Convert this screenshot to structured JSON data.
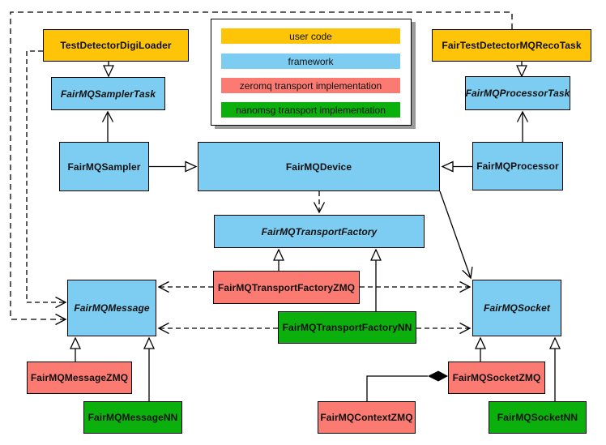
{
  "colors": {
    "user_code": "#FDC408",
    "framework": "#7CCDF1",
    "zeromq": "#FB7B72",
    "nanomsg": "#0CB00C",
    "border": "#000000",
    "background": "#FFFFFF",
    "legend_shadow": "#9A9A9A"
  },
  "legend": {
    "items": [
      {
        "label": "user code",
        "color": "#FDC408"
      },
      {
        "label": "framework",
        "color": "#7CCDF1"
      },
      {
        "label": "zeromq transport implementation",
        "color": "#FB7B72"
      },
      {
        "label": "nanomsg transport implementation",
        "color": "#0CB00C"
      }
    ]
  },
  "nodes": [
    {
      "id": "test-detector-digi-loader",
      "label": "TestDetectorDigiLoader",
      "category": "user_code",
      "abstract": false
    },
    {
      "id": "fair-test-detector-mq-reco-task",
      "label": "FairTestDetectorMQRecoTask",
      "category": "user_code",
      "abstract": false
    },
    {
      "id": "fairmq-sampler-task",
      "label": "FairMQSamplerTask",
      "category": "framework",
      "abstract": true
    },
    {
      "id": "fairmq-processor-task",
      "label": "FairMQProcessorTask",
      "category": "framework",
      "abstract": true
    },
    {
      "id": "fairmq-sampler",
      "label": "FairMQSampler",
      "category": "framework",
      "abstract": false
    },
    {
      "id": "fairmq-device",
      "label": "FairMQDevice",
      "category": "framework",
      "abstract": false
    },
    {
      "id": "fairmq-processor",
      "label": "FairMQProcessor",
      "category": "framework",
      "abstract": false
    },
    {
      "id": "fairmq-transport-factory",
      "label": "FairMQTransportFactory",
      "category": "framework",
      "abstract": true
    },
    {
      "id": "fairmq-transport-factory-zmq",
      "label": "FairMQTransportFactoryZMQ",
      "category": "zeromq",
      "abstract": false
    },
    {
      "id": "fairmq-transport-factory-nn",
      "label": "FairMQTransportFactoryNN",
      "category": "nanomsg",
      "abstract": false
    },
    {
      "id": "fairmq-message",
      "label": "FairMQMessage",
      "category": "framework",
      "abstract": true
    },
    {
      "id": "fairmq-socket",
      "label": "FairMQSocket",
      "category": "framework",
      "abstract": true
    },
    {
      "id": "fairmq-message-zmq",
      "label": "FairMQMessageZMQ",
      "category": "zeromq",
      "abstract": false
    },
    {
      "id": "fairmq-message-nn",
      "label": "FairMQMessageNN",
      "category": "nanomsg",
      "abstract": false
    },
    {
      "id": "fairmq-socket-zmq",
      "label": "FairMQSocketZMQ",
      "category": "zeromq",
      "abstract": false
    },
    {
      "id": "fairmq-socket-nn",
      "label": "FairMQSocketNN",
      "category": "nanomsg",
      "abstract": false
    },
    {
      "id": "fairmq-context-zmq",
      "label": "FairMQContextZMQ",
      "category": "zeromq",
      "abstract": false
    }
  ],
  "edges": [
    {
      "from": "TestDetectorDigiLoader",
      "to": "FairMQSamplerTask",
      "type": "generalization"
    },
    {
      "from": "FairTestDetectorMQRecoTask",
      "to": "FairMQProcessorTask",
      "type": "generalization"
    },
    {
      "from": "FairMQSampler",
      "to": "FairMQDevice",
      "type": "generalization"
    },
    {
      "from": "FairMQProcessor",
      "to": "FairMQDevice",
      "type": "generalization"
    },
    {
      "from": "FairMQSampler",
      "to": "FairMQSamplerTask",
      "type": "association"
    },
    {
      "from": "FairMQProcessor",
      "to": "FairMQProcessorTask",
      "type": "association"
    },
    {
      "from": "FairMQDevice",
      "to": "FairMQTransportFactory",
      "type": "dependency"
    },
    {
      "from": "FairMQDevice",
      "to": "FairMQSocket",
      "type": "association"
    },
    {
      "from": "FairMQTransportFactoryZMQ",
      "to": "FairMQTransportFactory",
      "type": "generalization"
    },
    {
      "from": "FairMQTransportFactoryNN",
      "to": "FairMQTransportFactory",
      "type": "generalization"
    },
    {
      "from": "FairMQTransportFactoryZMQ",
      "to": "FairMQMessage",
      "type": "dependency"
    },
    {
      "from": "FairMQTransportFactoryZMQ",
      "to": "FairMQSocket",
      "type": "dependency"
    },
    {
      "from": "FairMQTransportFactoryNN",
      "to": "FairMQMessage",
      "type": "dependency"
    },
    {
      "from": "FairMQTransportFactoryNN",
      "to": "FairMQSocket",
      "type": "dependency"
    },
    {
      "from": "TestDetectorDigiLoader",
      "to": "FairMQMessage",
      "type": "dependency"
    },
    {
      "from": "FairTestDetectorMQRecoTask",
      "to": "FairMQMessage",
      "type": "dependency"
    },
    {
      "from": "FairMQMessageZMQ",
      "to": "FairMQMessage",
      "type": "generalization"
    },
    {
      "from": "FairMQMessageNN",
      "to": "FairMQMessage",
      "type": "generalization"
    },
    {
      "from": "FairMQSocketZMQ",
      "to": "FairMQSocket",
      "type": "generalization"
    },
    {
      "from": "FairMQSocketNN",
      "to": "FairMQSocket",
      "type": "generalization"
    },
    {
      "from": "FairMQContextZMQ",
      "to": "FairMQSocketZMQ",
      "type": "composition"
    }
  ]
}
